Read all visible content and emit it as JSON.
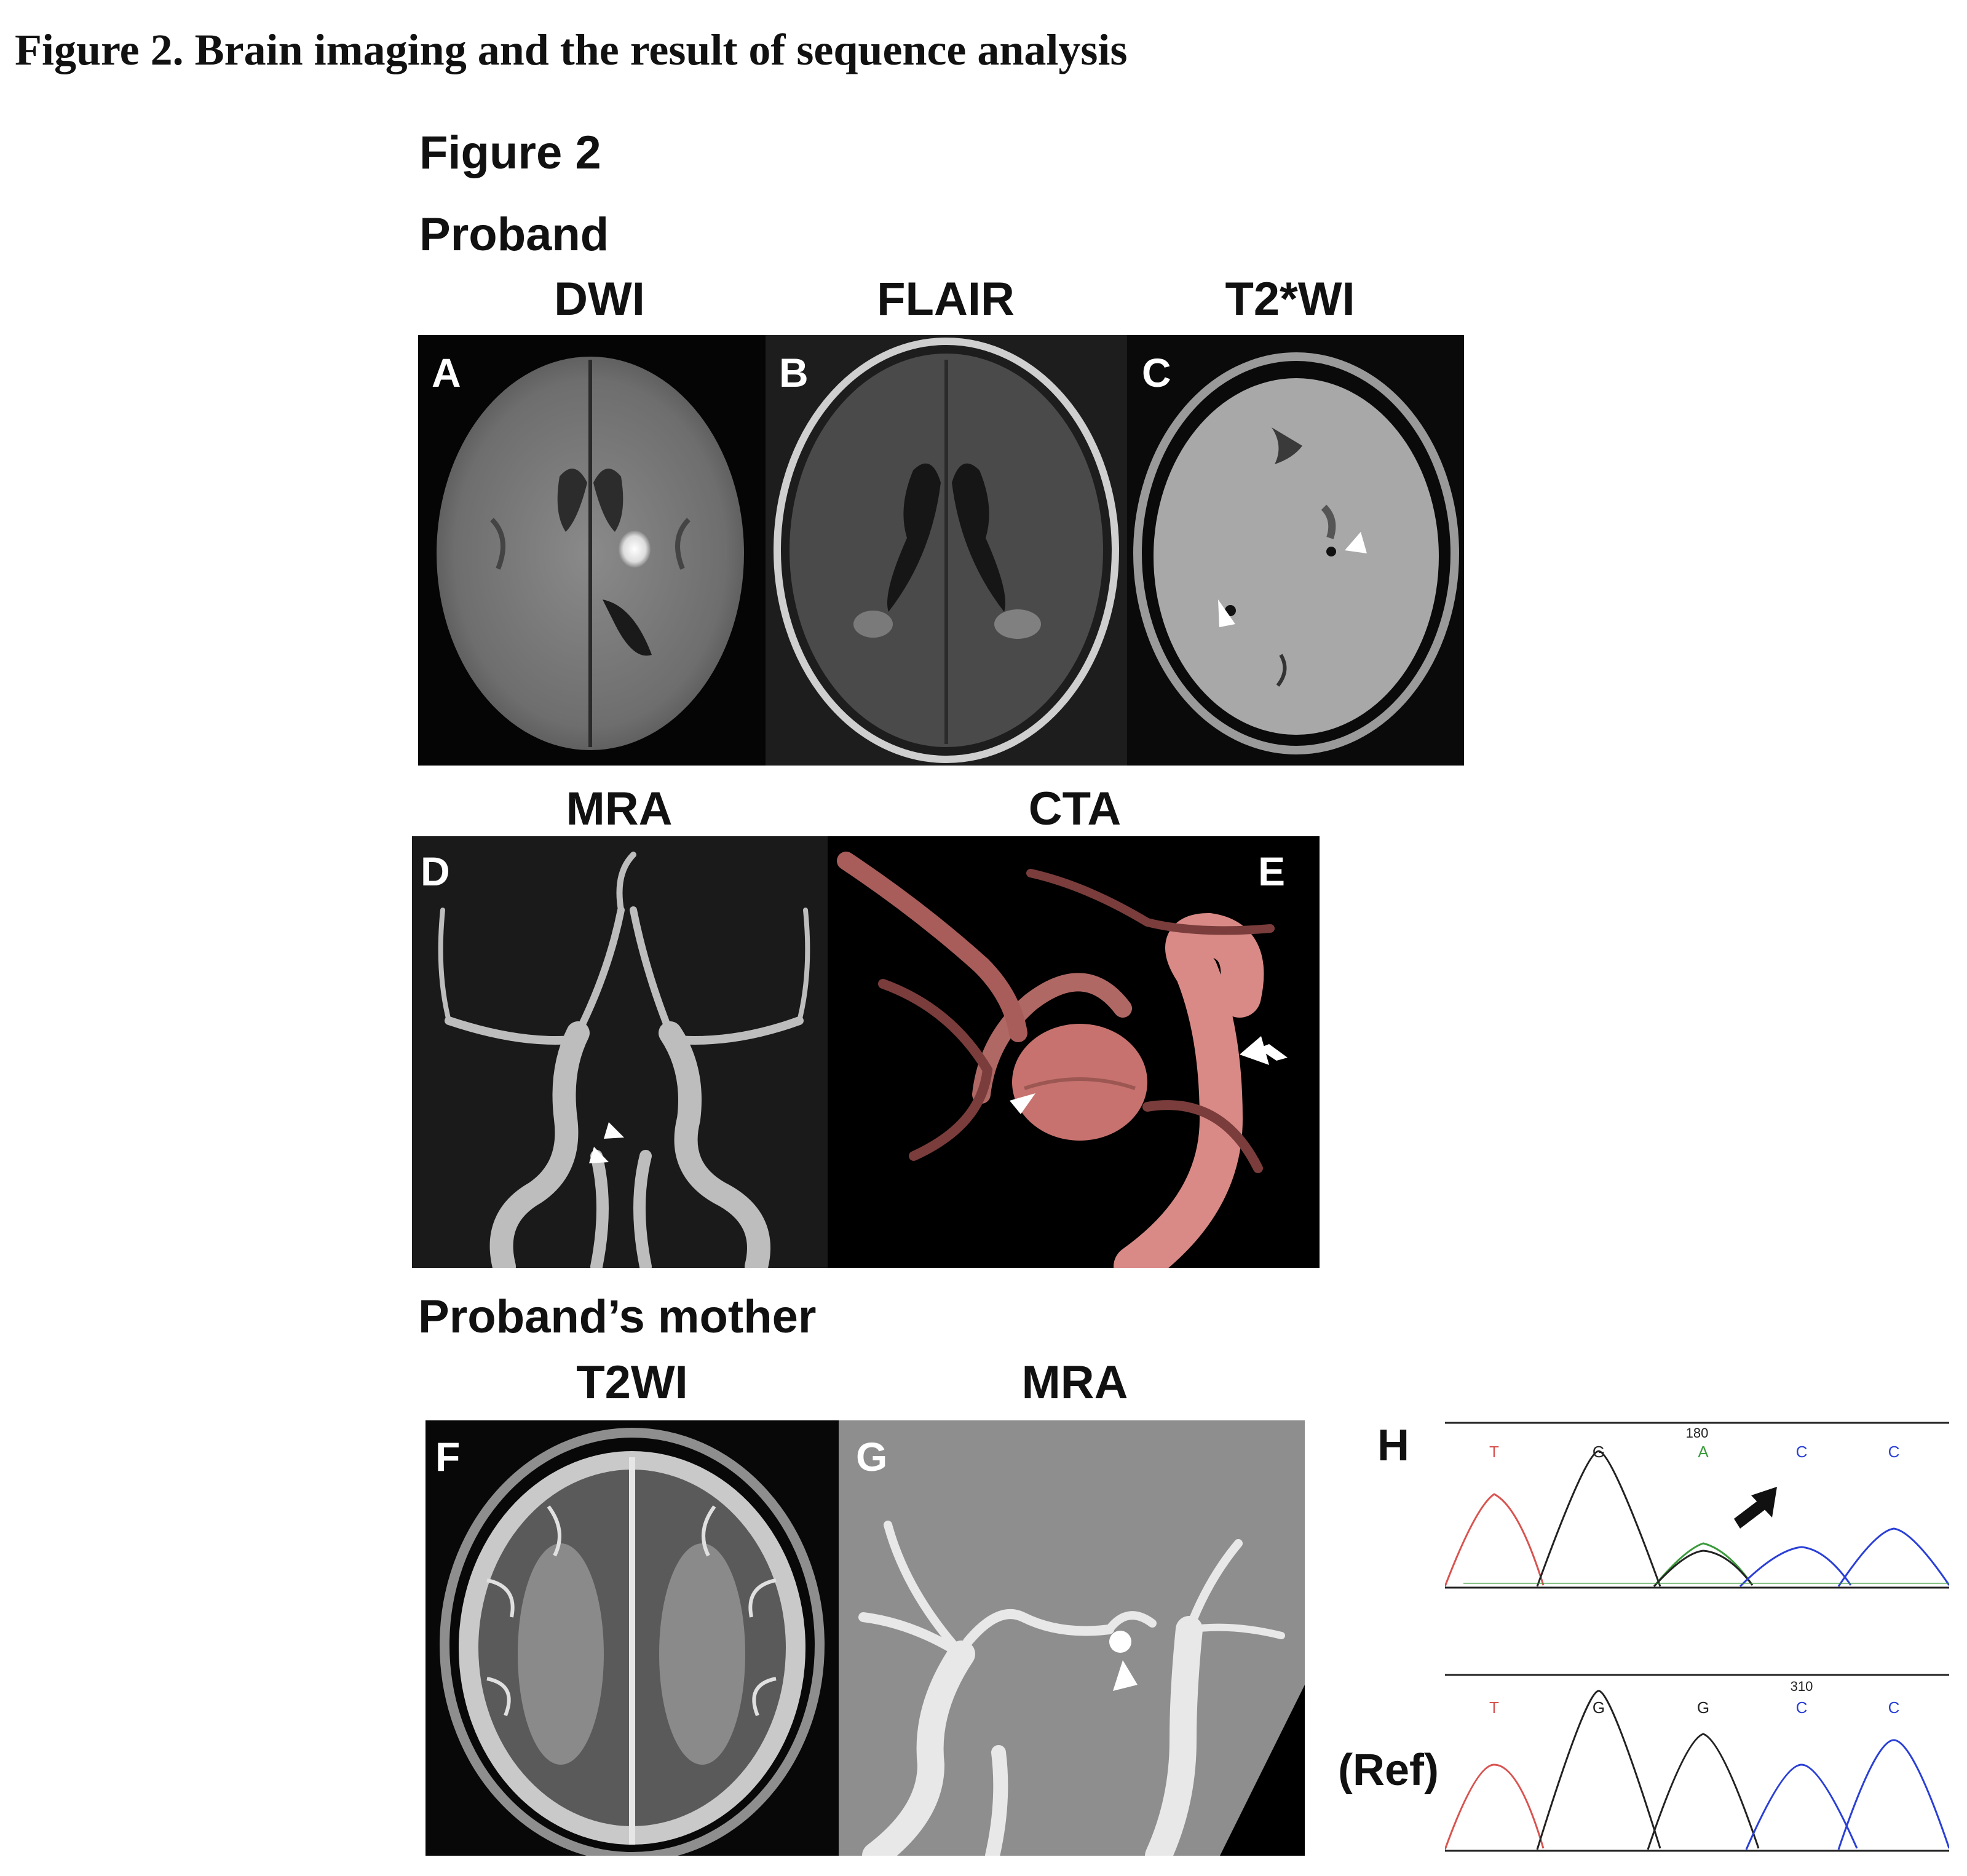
{
  "caption": "Figure 2. Brain imaging and the result of sequence analysis",
  "figure_label": "Figure 2",
  "proband_heading": "Proband",
  "mother_heading": "Proband’s mother",
  "panels": {
    "a": {
      "letter": "A",
      "title": "DWI"
    },
    "b": {
      "letter": "B",
      "title": "FLAIR"
    },
    "c": {
      "letter": "C",
      "title": "T2*WI"
    },
    "d": {
      "letter": "D",
      "title": "MRA"
    },
    "e": {
      "letter": "E",
      "title": "CTA"
    },
    "f": {
      "letter": "F",
      "title": "T2WI"
    },
    "g": {
      "letter": "G",
      "title": "MRA"
    },
    "h": {
      "letter": "H"
    }
  },
  "sequence": {
    "top_position": "180",
    "top_bases": [
      "T",
      "G",
      "A",
      "C",
      "C"
    ],
    "ref_position": "310",
    "ref_bases": [
      "T",
      "G",
      "G",
      "C",
      "C"
    ],
    "ref_label": "(Ref)"
  },
  "colors": {
    "T": "#d9534f",
    "G": "#222222",
    "A": "#3a9a3a",
    "C": "#2a3fd6"
  }
}
